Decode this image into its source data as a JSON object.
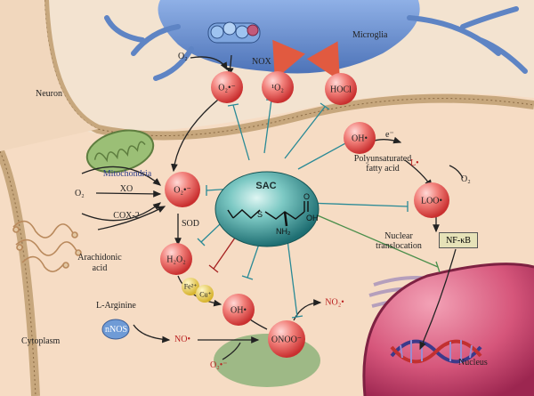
{
  "cells": {
    "microglia": "Microglia",
    "neuron": "Neuron",
    "cytoplasm": "Cytoplasm",
    "nucleus": "Nucleus"
  },
  "enzymes": {
    "nox": "NOX",
    "xo": "XO",
    "cox2": "COX-2",
    "sod": "SOD",
    "nnos": "nNOS"
  },
  "labels": {
    "o2_top": "O₂",
    "o2_left": "O₂",
    "o2_right": "O₂",
    "mitochondria": "Mitochondria",
    "arachidonic": "Arachidonic",
    "arachidonic2": "acid",
    "l_arginine": "L-Arginine",
    "pufa1": "Polyunsaturated",
    "pufa2": "fatty acid",
    "electron": "e⁻",
    "lipid_radical": "L•",
    "nuclear1": "Nuclear",
    "nuclear2": "translocation",
    "no_radical": "NO•",
    "o2minus_bottom": "O₂•⁻"
  },
  "species": {
    "o2_superoxide_top": "O₂•⁻",
    "singlet_oxygen": "¹O₂",
    "hocl": "HOCl",
    "hydroxyl_top": "OH•",
    "superoxide_mid": "O₂•⁻",
    "loo": "LOO•",
    "h2o2": "H₂O₂",
    "hydroxyl_bottom": "OH•",
    "peroxynitrite": "ONOO⁻",
    "no2": "NO₂•",
    "fe": "Fe²⁺",
    "cu": "Cu⁺"
  },
  "sac": {
    "name": "SAC",
    "oh": "OH",
    "o": "O",
    "s": "S",
    "nh2": "NH₂"
  },
  "nfkb": "NF-κB",
  "colors": {
    "sphere": "#e24a4a",
    "sac": "#2f8c8c",
    "inhibit_teal": "#2a8a96",
    "inhibit_red": "#a52020",
    "inhibit_green": "#4c8f4c",
    "microglia": "#5e84c4",
    "cytoplasm_bg": "#f2cfb0",
    "nucleus": "#c23f6c"
  }
}
